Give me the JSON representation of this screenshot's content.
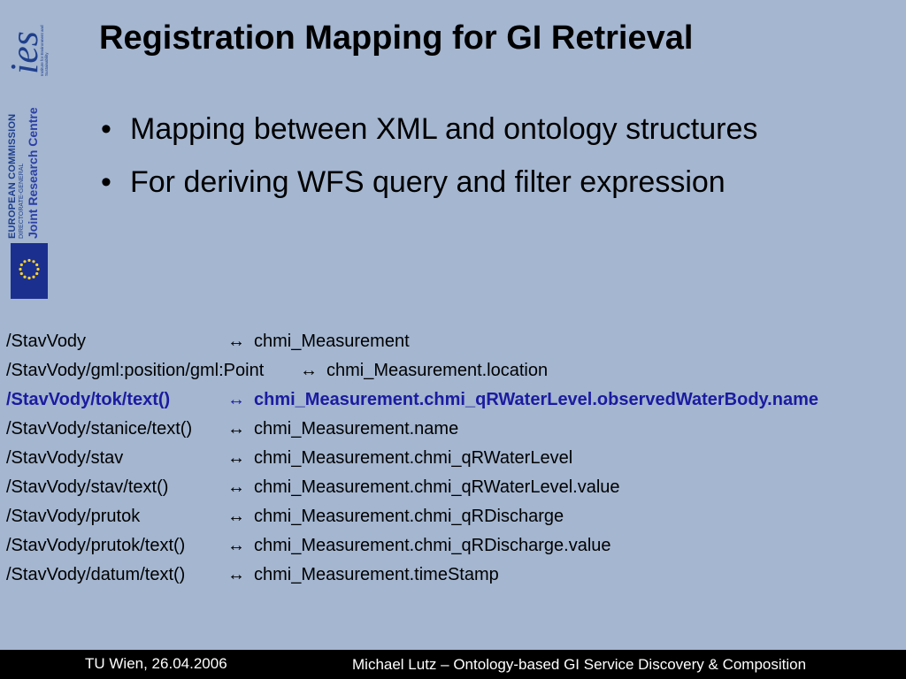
{
  "sidebar": {
    "ies_logo_text": "ies",
    "ies_subtitle": "Institute for Environment and Sustainability",
    "ec_label": "EUROPEAN COMMISSION",
    "dg_label": "DIRECTORATE-GENERAL",
    "jrc_label": "Joint Research Centre"
  },
  "slide": {
    "title": "Registration Mapping for GI Retrieval",
    "bullets": [
      "Mapping between XML and ontology structures",
      "For deriving WFS query and filter expression"
    ],
    "bullet_symbol": "•",
    "arrow_symbol": "↔",
    "highlight_color": "#1b1ba0"
  },
  "mappings": [
    {
      "path": "/StavVody",
      "target": "chmi_Measurement"
    },
    {
      "path": "/StavVody/gml:position/gml:Point",
      "target": "chmi_Measurement.location"
    },
    {
      "path": "/StavVody/tok/text()",
      "target": "chmi_Measurement.chmi_qRWaterLevel.observedWaterBody.name"
    },
    {
      "path": "/StavVody/stanice/text()",
      "target": "chmi_Measurement.name"
    },
    {
      "path": "/StavVody/stav",
      "target": "chmi_Measurement.chmi_qRWaterLevel"
    },
    {
      "path": "/StavVody/stav/text()",
      "target": "chmi_Measurement.chmi_qRWaterLevel.value"
    },
    {
      "path": "/StavVody/prutok",
      "target": "chmi_Measurement.chmi_qRDischarge"
    },
    {
      "path": "/StavVody/prutok/text()",
      "target": "chmi_Measurement.chmi_qRDischarge.value"
    },
    {
      "path": "/StavVody/datum/text()",
      "target": "chmi_Measurement.timeStamp"
    }
  ],
  "footer": {
    "left": "TU Wien, 26.04.2006",
    "right": "Michael Lutz – Ontology-based GI Service Discovery & Composition"
  }
}
